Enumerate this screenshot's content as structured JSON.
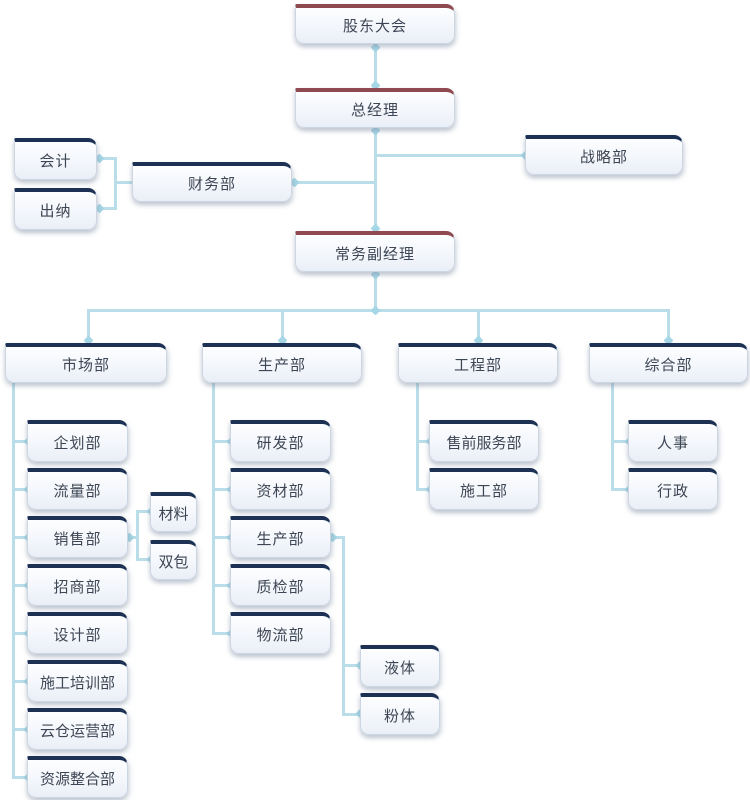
{
  "nodes": {
    "shareholders_meeting": {
      "label": "股东大会"
    },
    "general_manager": {
      "label": "总经理"
    },
    "accounting": {
      "label": "会计"
    },
    "cashier": {
      "label": "出纳"
    },
    "finance": {
      "label": "财务部"
    },
    "strategy": {
      "label": "战略部"
    },
    "deputy_manager": {
      "label": "常务副经理"
    },
    "marketing": {
      "label": "市场部"
    },
    "production": {
      "label": "生产部"
    },
    "engineering": {
      "label": "工程部"
    },
    "general_affairs": {
      "label": "综合部"
    },
    "planning": {
      "label": "企划部"
    },
    "traffic": {
      "label": "流量部"
    },
    "sales": {
      "label": "销售部"
    },
    "material": {
      "label": "材料"
    },
    "double_package": {
      "label": "双包"
    },
    "investment": {
      "label": "招商部"
    },
    "design": {
      "label": "设计部"
    },
    "construction_training": {
      "label": "施工培训部"
    },
    "cloud_warehouse_ops": {
      "label": "云仓运营部"
    },
    "resource_integration": {
      "label": "资源整合部"
    },
    "rnd": {
      "label": "研发部"
    },
    "materials_supply": {
      "label": "资材部"
    },
    "production_sub": {
      "label": "生产部"
    },
    "quality_inspection": {
      "label": "质检部"
    },
    "logistics": {
      "label": "物流部"
    },
    "liquid": {
      "label": "液体"
    },
    "powder": {
      "label": "粉体"
    },
    "presales_service": {
      "label": "售前服务部"
    },
    "construction": {
      "label": "施工部"
    },
    "hr": {
      "label": "人事"
    },
    "admin": {
      "label": "行政"
    }
  },
  "hierarchy": {
    "股东大会": [
      "总经理"
    ],
    "总经理": [
      "财务部",
      "战略部",
      "常务副经理"
    ],
    "财务部": [
      "会计",
      "出纳"
    ],
    "常务副经理": [
      "市场部",
      "生产部",
      "工程部",
      "综合部"
    ],
    "市场部": [
      "企划部",
      "流量部",
      "销售部",
      "招商部",
      "设计部",
      "施工培训部",
      "云仓运营部",
      "资源整合部"
    ],
    "销售部": [
      "材料",
      "双包"
    ],
    "生产部": [
      "研发部",
      "资材部",
      "生产部",
      "质检部",
      "物流部"
    ],
    "生产部(子)": [
      "液体",
      "粉体"
    ],
    "工程部": [
      "售前服务部",
      "施工部"
    ],
    "综合部": [
      "人事",
      "行政"
    ]
  },
  "colors": {
    "executive_accent": "#8e4a50",
    "department_accent": "#1d3154",
    "node_fill_top": "#fdfeff",
    "node_fill_bottom": "#eaeff7",
    "node_border": "#ccd5e2",
    "connector": "#b9dde9",
    "connector_endpoint": "#a6d7e6",
    "text": "#3d4654",
    "background": "#ffffff"
  }
}
